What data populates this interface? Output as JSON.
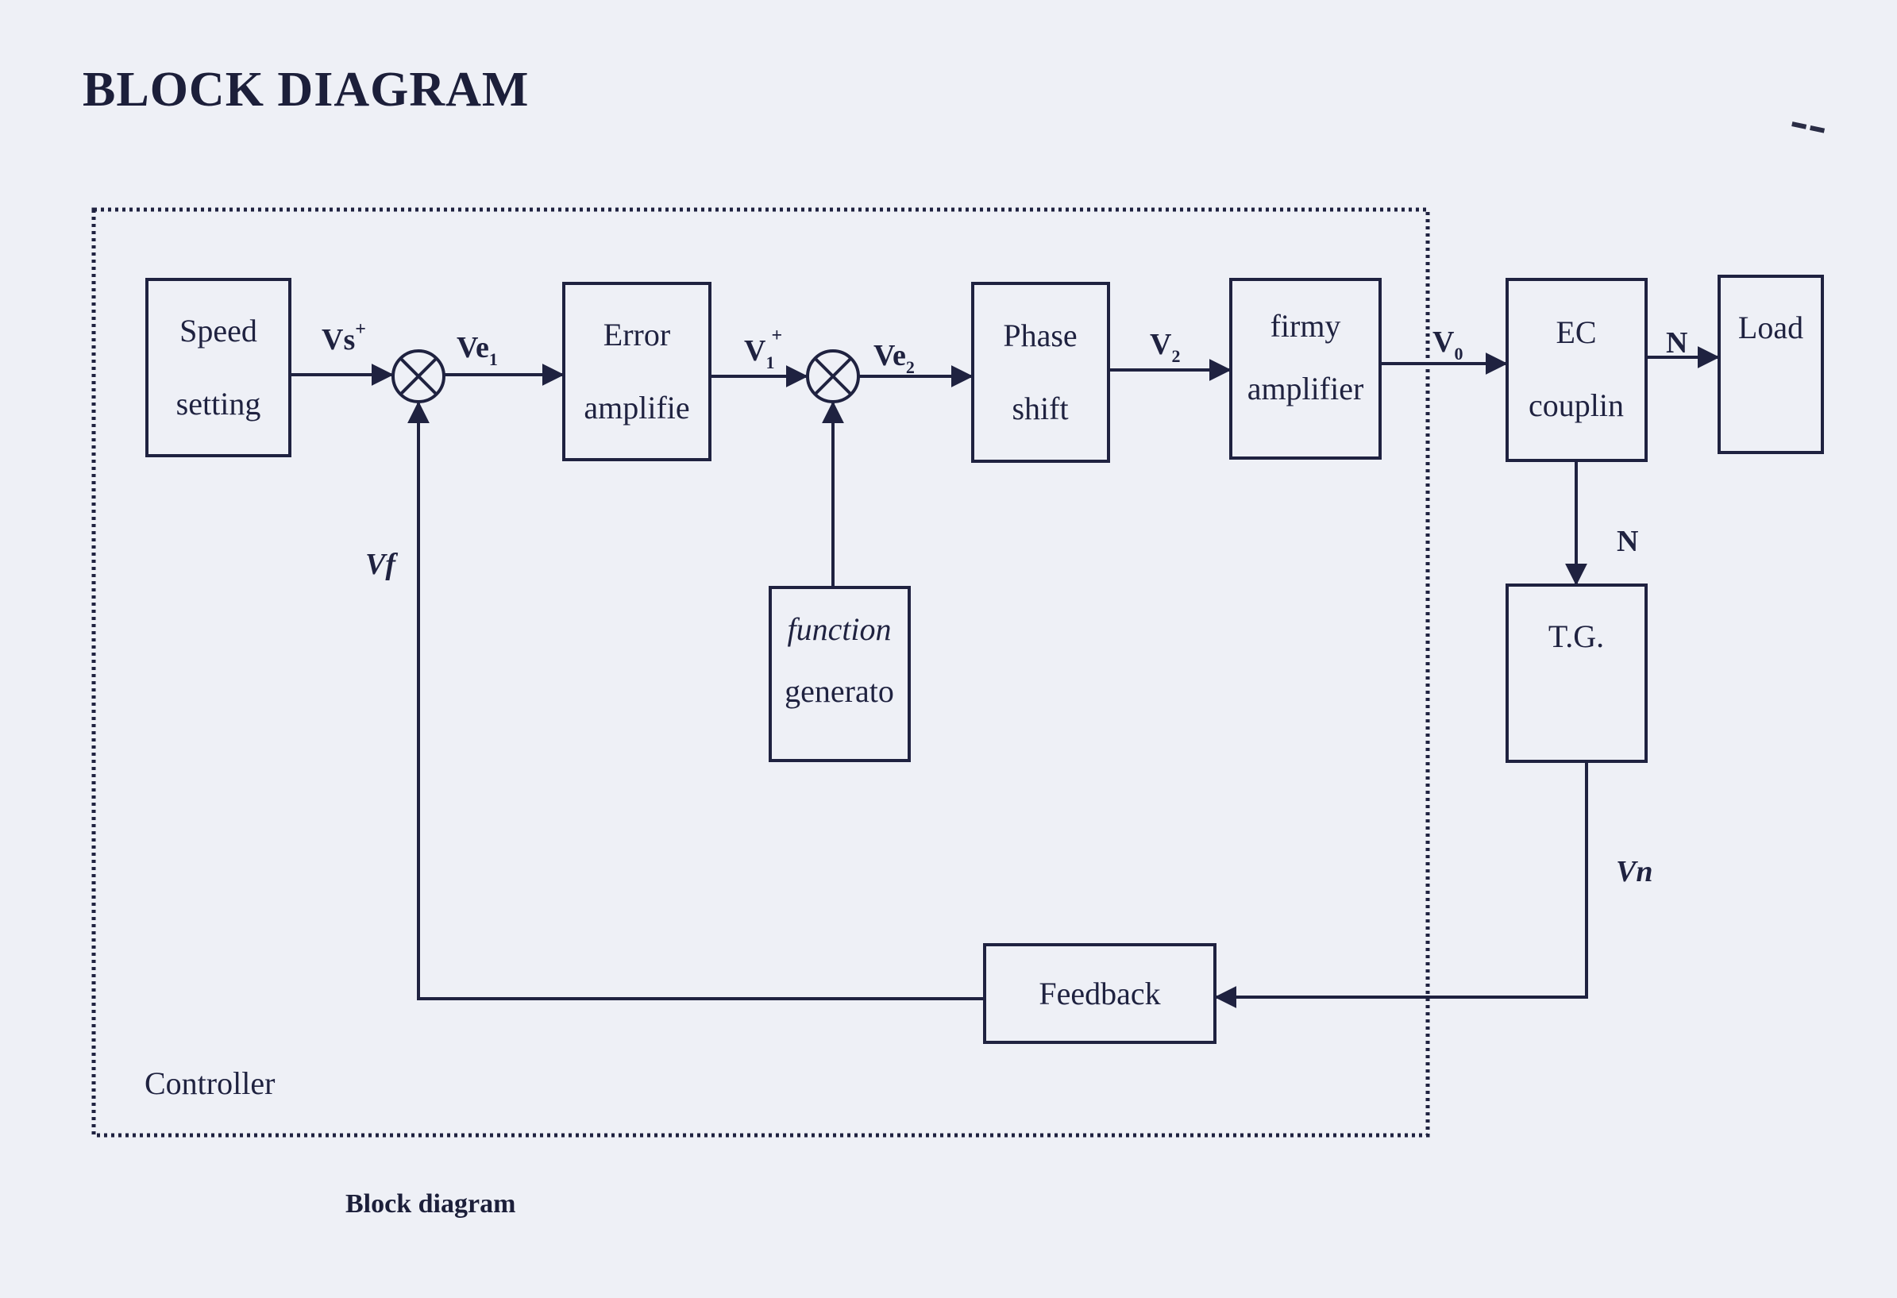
{
  "title": "BLOCK DIAGRAM",
  "corner_mark": "--",
  "caption": "Block diagram",
  "controller_label": "Controller",
  "blocks": {
    "speed_setting": [
      "Speed",
      "setting"
    ],
    "error_amplifier": [
      "Error",
      "amplifie"
    ],
    "phase_shift": [
      "Phase",
      "shift"
    ],
    "firing_amplifier": [
      "firmy",
      "amplifier"
    ],
    "ec_coupling": [
      "EC",
      "couplin"
    ],
    "load": [
      "Load"
    ],
    "function_generator": [
      "function",
      "generato"
    ],
    "tacho_generator": [
      "T.G."
    ],
    "feedback": [
      "Feedback"
    ]
  },
  "signals": {
    "vs": {
      "main": "Vs",
      "sup": "+"
    },
    "ve1": {
      "main": "Ve",
      "sub": "1"
    },
    "v1": {
      "main": "V",
      "sub": "1",
      "sup": "+"
    },
    "ve2": {
      "main": "Ve",
      "sub": "2"
    },
    "v2": {
      "main": "V",
      "sub": "2"
    },
    "v0": {
      "main": "V",
      "sub": "0"
    },
    "n_load": "N",
    "n_tg": "N",
    "vn": "Vn",
    "vf": "Vf"
  }
}
